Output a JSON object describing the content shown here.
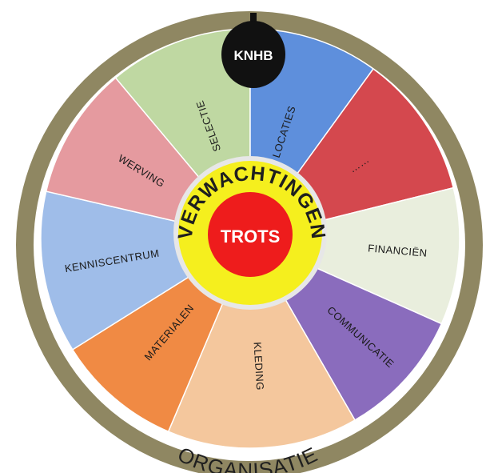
{
  "logo": {
    "text": "KNHB"
  },
  "rim": {
    "label": "ORGANISATIE",
    "color": "#8f8762"
  },
  "center": {
    "label": "VERWACHTINGEN",
    "core_label": "TROTS",
    "ring_color": "#f5ef1e",
    "core_color": "#ee1c1c"
  },
  "segments": [
    {
      "label": "SELECTIE",
      "color": "#bfd8a2"
    },
    {
      "label": "LOCATIES",
      "color": "#5e8fdc"
    },
    {
      "label": "……",
      "color": "#d4484e"
    },
    {
      "label": "FINANCIËN",
      "color": "#e9eedd"
    },
    {
      "label": "COMMUNICATIE",
      "color": "#8a6cbd"
    },
    {
      "label": "KLEDING",
      "color": "#f4c79d"
    },
    {
      "label": "MATERIALEN",
      "color": "#f08a44"
    },
    {
      "label": "KENNISCENTRUM",
      "color": "#9fbde9"
    },
    {
      "label": "WERVING",
      "color": "#e59a9f"
    }
  ]
}
